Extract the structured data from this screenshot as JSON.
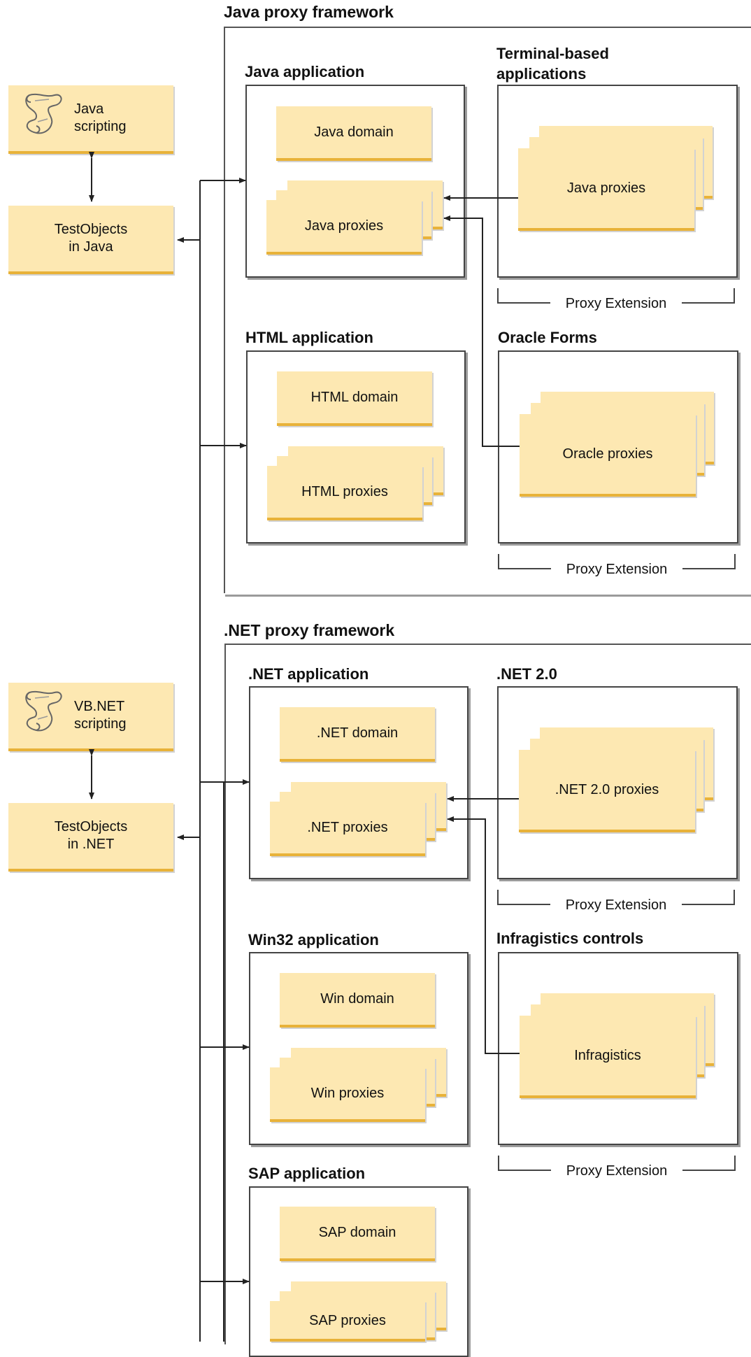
{
  "java_framework": {
    "title": "Java proxy framework",
    "scripting": [
      "Java",
      "scripting"
    ],
    "testobjects": [
      "TestObjects",
      "in Java"
    ],
    "java_app": {
      "title": "Java application",
      "domain": "Java domain",
      "proxies": "Java proxies"
    },
    "terminal": {
      "title": [
        "Terminal-based",
        "applications"
      ],
      "proxies": "Java proxies",
      "extension": "Proxy Extension"
    },
    "html_app": {
      "title": "HTML application",
      "domain": "HTML domain",
      "proxies": "HTML proxies"
    },
    "oracle": {
      "title": "Oracle Forms",
      "proxies": "Oracle proxies",
      "extension": "Proxy Extension"
    }
  },
  "net_framework": {
    "title": ".NET proxy framework",
    "scripting": [
      "VB.NET",
      "scripting"
    ],
    "testobjects": [
      "TestObjects",
      "in .NET"
    ],
    "net_app": {
      "title": ".NET application",
      "domain": ".NET domain",
      "proxies": ".NET proxies"
    },
    "net20": {
      "title": ".NET 2.0",
      "proxies": ".NET 2.0 proxies",
      "extension": "Proxy Extension"
    },
    "win32_app": {
      "title": "Win32 application",
      "domain": "Win domain",
      "proxies": "Win proxies"
    },
    "infragistics": {
      "title": "Infragistics controls",
      "proxies": "Infragistics",
      "extension": "Proxy Extension"
    },
    "sap_app": {
      "title": "SAP application",
      "domain": "SAP domain",
      "proxies": "SAP proxies"
    }
  },
  "colors": {
    "box_fill": "#fde8b2",
    "box_edge": "#e8b239",
    "line": "#444444"
  },
  "icons": {
    "scripting": "scroll-icon"
  }
}
